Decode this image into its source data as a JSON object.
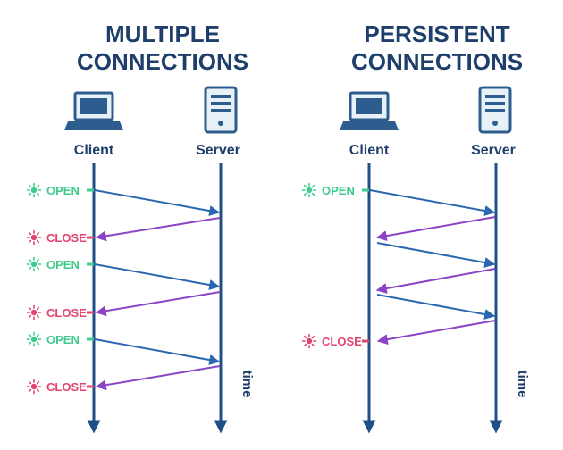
{
  "colors": {
    "navy": "#1e3f6b",
    "timeline": "#1f4f86",
    "request": "#2a67b1",
    "response": "#8b44c6",
    "open": "#3ecb8e",
    "close": "#e2456f",
    "device": "#2d5c8e",
    "device_light": "#e9f1f8"
  },
  "icons": {
    "client": "laptop-icon",
    "server": "server-tower-icon",
    "open": "sun-icon",
    "close": "sun-icon"
  },
  "panels": [
    {
      "title_line1": "MULTIPLE",
      "title_line2": "CONNECTIONS",
      "client_label": "Client",
      "server_label": "Server",
      "time_label": "time",
      "events": [
        {
          "kind": "open",
          "label": "OPEN"
        },
        {
          "kind": "close",
          "label": "CLOSE"
        },
        {
          "kind": "open",
          "label": "OPEN"
        },
        {
          "kind": "close",
          "label": "CLOSE"
        },
        {
          "kind": "open",
          "label": "OPEN"
        },
        {
          "kind": "close",
          "label": "CLOSE"
        }
      ]
    },
    {
      "title_line1": "PERSISTENT",
      "title_line2": "CONNECTIONS",
      "client_label": "Client",
      "server_label": "Server",
      "time_label": "time",
      "events": [
        {
          "kind": "open",
          "label": "OPEN"
        },
        {
          "kind": "close",
          "label": "CLOSE"
        }
      ]
    }
  ]
}
